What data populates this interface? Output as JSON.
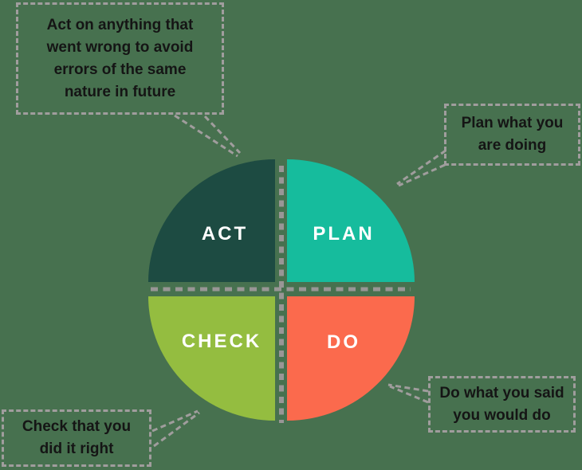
{
  "diagram": {
    "name": "PDCA cycle",
    "background_color": "#47714f",
    "divider_line_color": "#999696",
    "callout_border_color": "#a09d9d",
    "callout_text_color": "#151515",
    "label_text_color": "#ffffff"
  },
  "quadrants": {
    "act": {
      "label": "ACT",
      "color": "#1d4b42"
    },
    "plan": {
      "label": "PLAN",
      "color": "#16bc9d"
    },
    "check": {
      "label": "CHECK",
      "color": "#94bd40"
    },
    "do": {
      "label": "DO",
      "color": "#fb6a4d"
    }
  },
  "callouts": {
    "act": {
      "lines": [
        "Act on anything that",
        "went wrong to avoid",
        "errors of the same",
        "nature in future"
      ]
    },
    "plan": {
      "lines": [
        "Plan what you",
        "are doing"
      ]
    },
    "check": {
      "lines": [
        "Check that you",
        "did it right"
      ]
    },
    "do": {
      "lines": [
        "Do what you said",
        "you would do"
      ]
    }
  }
}
